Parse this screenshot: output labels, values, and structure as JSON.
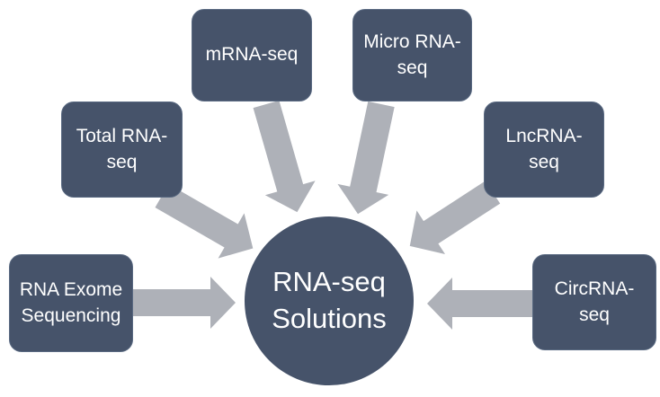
{
  "diagram": {
    "center_label": "RNA-seq\nSolutions",
    "nodes": [
      {
        "id": "rna-exome-sequencing",
        "label": "RNA Exome\nSequencing"
      },
      {
        "id": "total-rna-seq",
        "label": "Total RNA-\nseq"
      },
      {
        "id": "mrna-seq",
        "label": "mRNA-seq"
      },
      {
        "id": "micro-rna-seq",
        "label": "Micro RNA-\nseq"
      },
      {
        "id": "lncrna-seq",
        "label": "LncRNA-\nseq"
      },
      {
        "id": "circrna-seq",
        "label": "CircRNA-\nseq"
      }
    ],
    "colors": {
      "node-fill": "#46536a",
      "arrow-fill": "#aeb1b8",
      "text": "#ffffff",
      "background": "#ffffff"
    }
  }
}
